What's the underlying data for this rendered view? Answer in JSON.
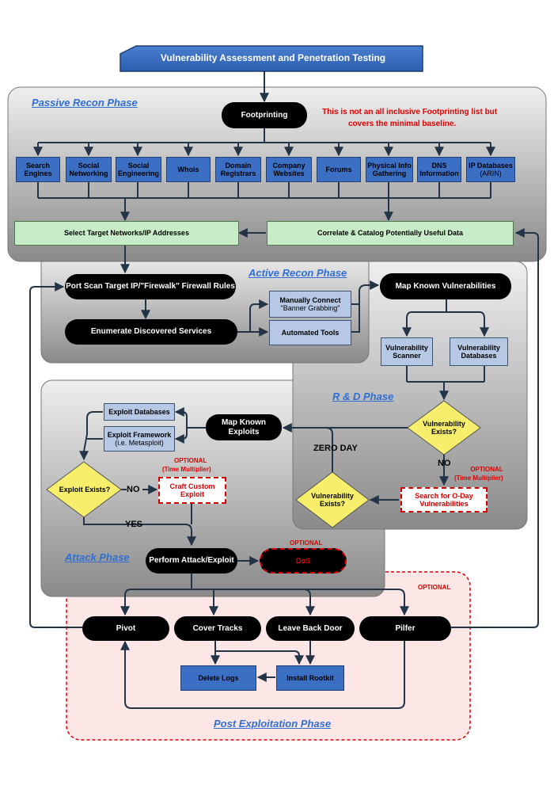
{
  "title": "Vulnerability Assessment and Penetration Testing",
  "phases": {
    "passive": "Passive Recon Phase",
    "active": "Active Recon Phase",
    "rnd": "R & D Phase",
    "attack": "Attack Phase",
    "post": "Post Exploitation Phase"
  },
  "note": {
    "line1": "This is not an all inclusive Footprinting list but",
    "line2": "covers the minimal baseline."
  },
  "passive": {
    "footprinting": "Footprinting",
    "items": [
      {
        "l1": "Search",
        "l2": "Engines"
      },
      {
        "l1": "Social",
        "l2": "Networking"
      },
      {
        "l1": "Social",
        "l2": "Engineering"
      },
      {
        "l1": "Whois",
        "l2": ""
      },
      {
        "l1": "Domain",
        "l2": "Registrars"
      },
      {
        "l1": "Company",
        "l2": "Websites"
      },
      {
        "l1": "Forums",
        "l2": ""
      },
      {
        "l1": "Physical Info",
        "l2": "Gathering"
      },
      {
        "l1": "DNS",
        "l2": "Information"
      },
      {
        "l1": "IP Databases",
        "l2": "(ARIN)"
      }
    ],
    "select_targets": "Select Target Networks/IP Addresses",
    "correlate": "Correlate & Catalog Potentially Useful Data"
  },
  "active": {
    "port_scan": "Port Scan Target IP/\"Firewalk\" Firewall Rules",
    "enumerate": "Enumerate Discovered Services",
    "manual_l1": "Manually Connect",
    "manual_l2": "\"Banner Grabbing\"",
    "automated": "Automated Tools"
  },
  "rnd": {
    "map_vulns": "Map Known Vulnerabilities",
    "scanner_l1": "Vulnerability",
    "scanner_l2": "Scanner",
    "vdb_l1": "Vulnerability",
    "vdb_l2": "Databases",
    "vuln_exists_l1": "Vulnerability",
    "vuln_exists_l2": "Exists?",
    "no": "NO",
    "optional_l1": "OPTIONAL",
    "optional_l2": "(Time Multiplier)",
    "search_0day_l1": "Search for  O-Day",
    "search_0day_l2": "Vulnerabilities",
    "vuln_exists2_l1": "Vulnerability",
    "vuln_exists2_l2": "Exists?",
    "zero_day": "ZERO DAY"
  },
  "attack": {
    "exploit_db": "Exploit Databases",
    "exploit_fw_l1": "Exploit Framework",
    "exploit_fw_l2": "(i.e. Metasploit)",
    "map_exploits": "Map Known Exploits",
    "exploit_exists": "Exploit Exists?",
    "no": "NO",
    "yes": "YES",
    "optional_l1": "OPTIONAL",
    "optional_l2": "(Time Multiplier)",
    "craft_l1": "Craft Custom",
    "craft_l2": "Exploit",
    "perform": "Perform Attack/Exploit",
    "dos_optional": "OPTIONAL",
    "dos": "DoS"
  },
  "post": {
    "optional": "OPTIONAL",
    "pivot": "Pivot",
    "cover_tracks": "Cover Tracks",
    "back_door": "Leave Back Door",
    "pilfer": "Pilfer",
    "delete_logs": "Delete Logs",
    "rootkit": "Install Rootkit"
  },
  "colors": {
    "panel_gradient_top": "#ececec",
    "panel_gradient_bottom": "#8e8e8e",
    "phase_label": "#2f6fd4",
    "dark_blue_box": "#3a6fc4",
    "light_blue_box": "#b6c8e4",
    "green_box": "#c8ecc8",
    "diamond": "#f7ef6c",
    "optional_red": "#d40000",
    "post_panel": "#fde6e6"
  }
}
